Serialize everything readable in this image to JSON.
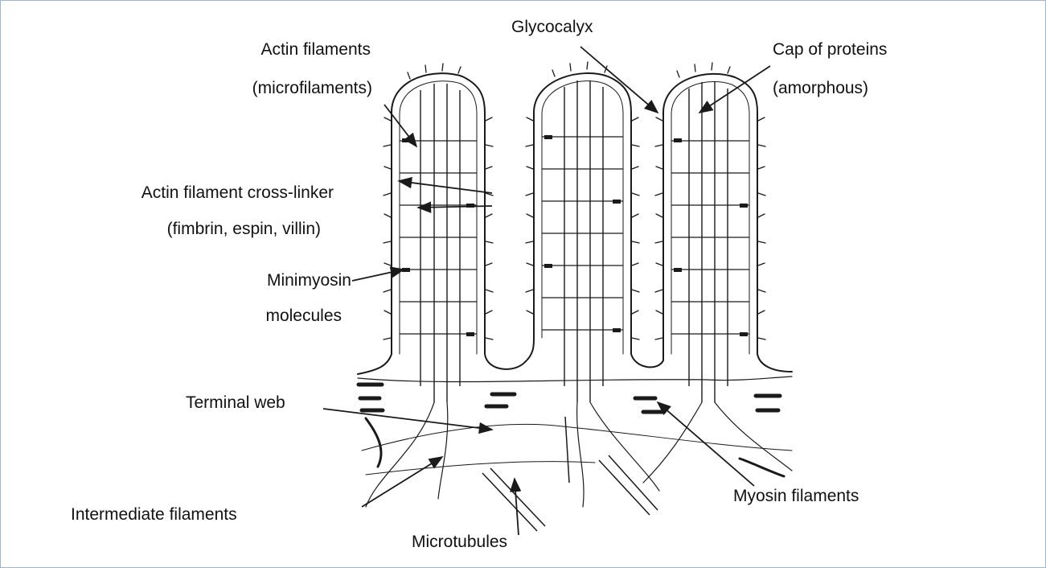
{
  "labels": {
    "actin_filaments": "Actin filaments",
    "microfilaments": "(microfilaments)",
    "glycocalyx": "Glycocalyx",
    "cap_of_proteins": "Cap of proteins",
    "amorphous": "(amorphous)",
    "cross_linker": "Actin filament cross-linker",
    "cross_linker_examples": "(fimbrin, espin, villin)",
    "minimyosin": "Minimyosin",
    "molecules": "molecules",
    "terminal_web": "Terminal web",
    "intermediate_filaments": "Intermediate filaments",
    "microtubules": "Microtubules",
    "myosin_filaments": "Myosin filaments"
  },
  "colors": {
    "ink": "#1a1a1a",
    "border": "#9db4d6",
    "background": "#ffffff"
  }
}
